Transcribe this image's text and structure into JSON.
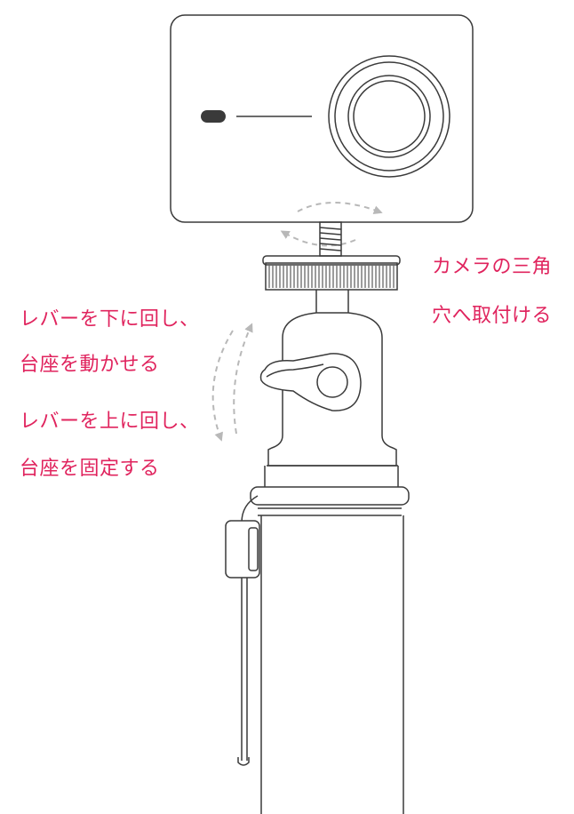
{
  "labels": {
    "camera_mount_line1": "カメラの三角",
    "camera_mount_line2": "穴へ取付ける",
    "lever_down_line1": "レバーを下に回し、",
    "lever_down_line2": "台座を動かせる",
    "lever_up_line1": "レバーを上に回し、",
    "lever_up_line2": "台座を固定する"
  },
  "colors": {
    "annotation_text": "#e0245e",
    "line_art": "#3a3a3a",
    "arrow": "#b8b8b8",
    "background": "#ffffff"
  }
}
